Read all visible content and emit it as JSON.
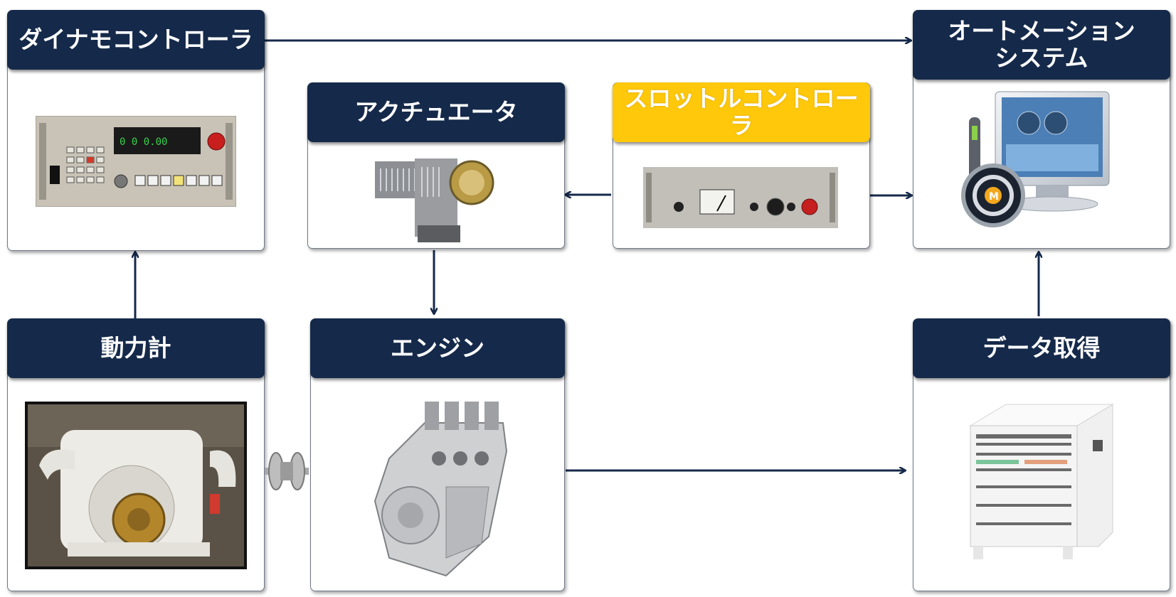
{
  "nodes": {
    "dyno_controller": "ダイナモコントローラ",
    "automation_l1": "オートメーション",
    "automation_l2": "システム",
    "actuator": "アクチュエータ",
    "throttle_controller": "スロットルコントローラ",
    "dynamometer": "動力計",
    "engine": "エンジン",
    "data_acquisition": "データ取得"
  },
  "colors": {
    "header_navy": "#15294a",
    "header_highlight": "#ffc80a",
    "arrow": "#15294a"
  },
  "icons": [
    "dyno-controller-panel-image",
    "actuator-image",
    "throttle-controller-panel-image",
    "automation-pc-image",
    "dynamometer-photo",
    "coupling-image",
    "engine-image",
    "daq-cabinet-image"
  ]
}
